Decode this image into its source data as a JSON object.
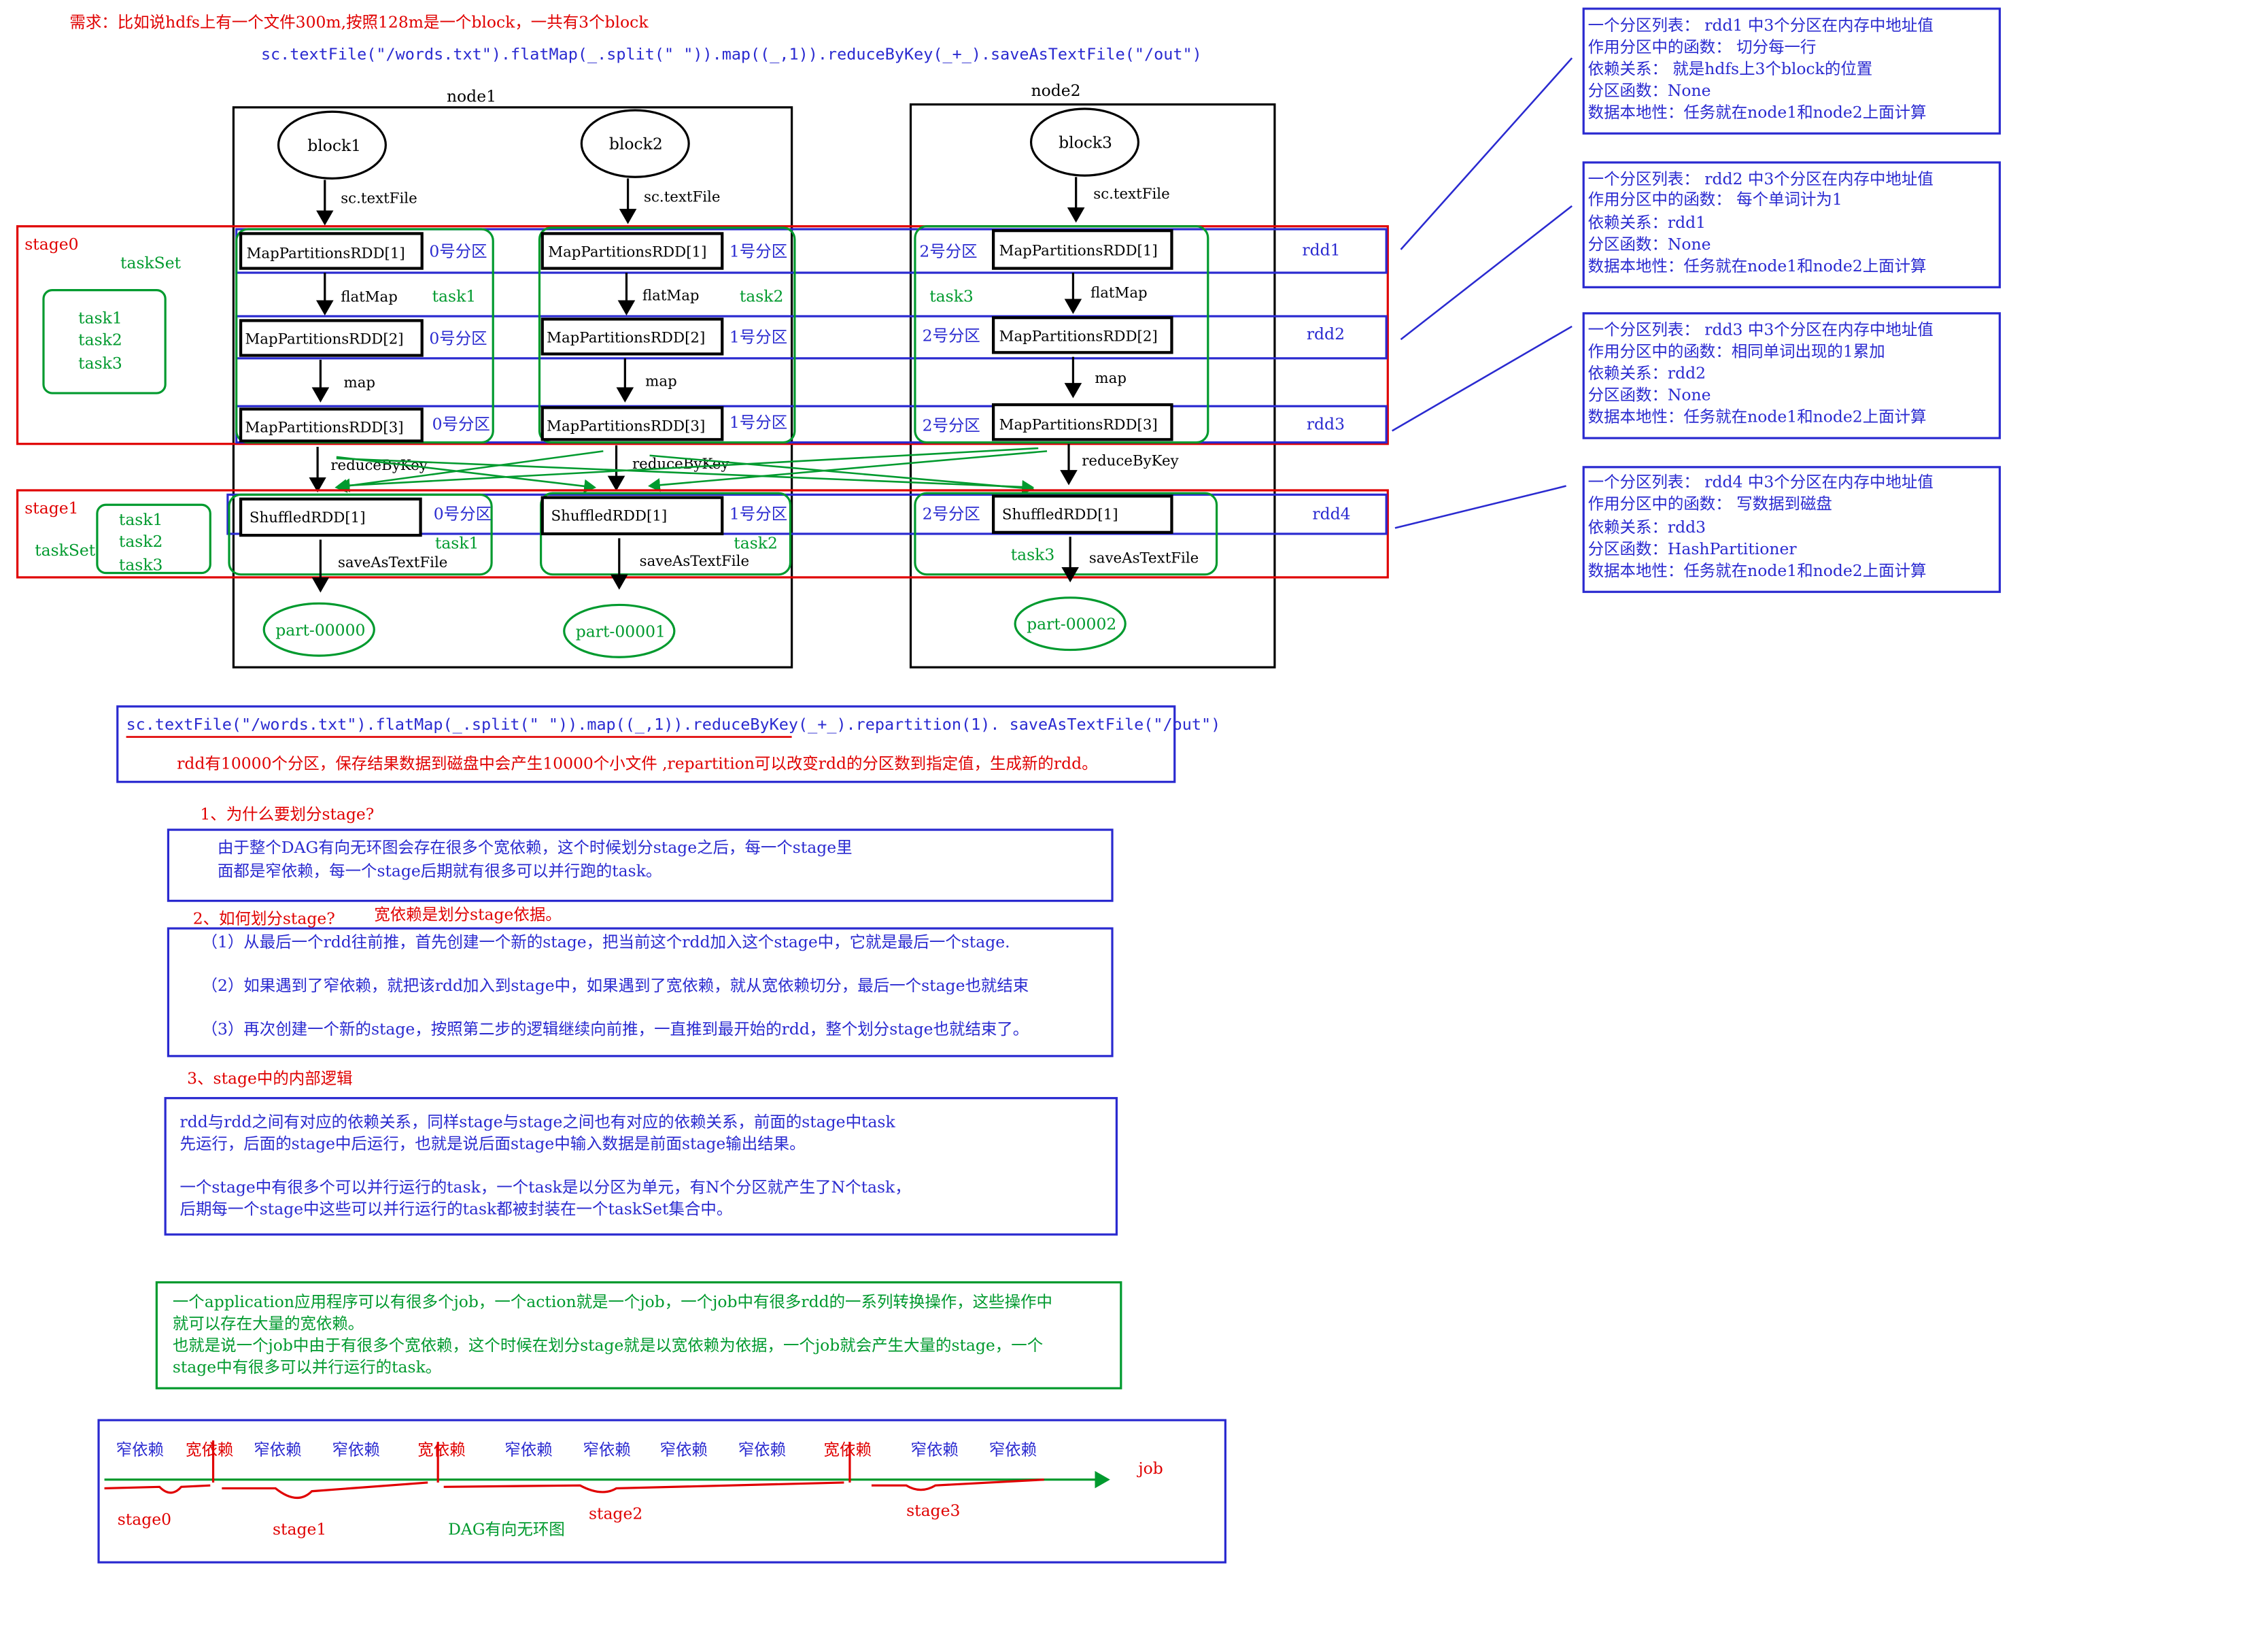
{
  "header": {
    "requirement": "需求：比如说hdfs上有一个文件300m,按照128m是一个block，一共有3个block",
    "code_top": "sc.textFile(\"/words.txt\").flatMap(_.split(\" \")).map((_,1)).reduceByKey(_+_).saveAsTextFile(\"/out\")"
  },
  "nodes": {
    "node1": "node1",
    "node2": "node2"
  },
  "blocks": [
    "block1",
    "block2",
    "block3"
  ],
  "ops": {
    "text_file": "sc.textFile",
    "flat_map": "flatMap",
    "map": "map",
    "reduce_by_key": "reduceByKey",
    "save": "saveAsTextFile"
  },
  "rdds": {
    "map_rdd1": "MapPartitionsRDD[1]",
    "map_rdd2": "MapPartitionsRDD[2]",
    "map_rdd3": "MapPartitionsRDD[3]",
    "shuffled": "ShuffledRDD[1]"
  },
  "partitions": [
    "0号分区",
    "1号分区",
    "2号分区"
  ],
  "tasks": [
    "task1",
    "task2",
    "task3"
  ],
  "stages": {
    "stage0": "stage0",
    "stage1": "stage1",
    "taskset": "taskSet"
  },
  "rdd_labels": [
    "rdd1",
    "rdd2",
    "rdd3",
    "rdd4"
  ],
  "outputs": [
    "part-00000",
    "part-00001",
    "part-00002"
  ],
  "info_boxes": [
    [
      "一个分区列表：     rdd1 中3个分区在内存中地址值",
      "作用分区中的函数：  切分每一行",
      "依赖关系：   就是hdfs上3个block的位置",
      "分区函数：None",
      "数据本地性：任务就在node1和node2上面计算"
    ],
    [
      "一个分区列表：     rdd2 中3个分区在内存中地址值",
      "作用分区中的函数：  每个单词计为1",
      "依赖关系：rdd1",
      "分区函数：None",
      "数据本地性：任务就在node1和node2上面计算"
    ],
    [
      "一个分区列表：     rdd3 中3个分区在内存中地址值",
      "作用分区中的函数：相同单词出现的1累加",
      "依赖关系：rdd2",
      "分区函数：None",
      "数据本地性：任务就在node1和node2上面计算"
    ],
    [
      "一个分区列表：     rdd4 中3个分区在内存中地址值",
      "作用分区中的函数：  写数据到磁盘",
      "依赖关系：rdd3",
      "分区函数：HashPartitioner",
      "数据本地性：任务就在node1和node2上面计算"
    ]
  ],
  "repartition": {
    "code": "sc.textFile(\"/words.txt\").flatMap(_.split(\" \")).map((_,1)).reduceByKey(_+_).repartition(1).  saveAsTextFile(\"/out\")",
    "note": "rdd有10000个分区，保存结果数据到磁盘中会产生10000个小文件  ,repartition可以改变rdd的分区数到指定值，生成新的rdd。"
  },
  "q1": {
    "title": "1、为什么要划分stage?",
    "lines": [
      "由于整个DAG有向无环图会存在很多个宽依赖，这个时候划分stage之后，每一个stage里",
      "面都是窄依赖，每一个stage后期就有很多可以并行跑的task。"
    ]
  },
  "q2": {
    "title": "2、如何划分stage?",
    "note": "宽依赖是划分stage依据。",
    "lines": [
      "（1）从最后一个rdd往前推，首先创建一个新的stage，把当前这个rdd加入这个stage中，它就是最后一个stage.",
      "（2）如果遇到了窄依赖，就把该rdd加入到stage中，如果遇到了宽依赖，就从宽依赖切分，最后一个stage也就结束",
      "（3）再次创建一个新的stage，按照第二步的逻辑继续向前推，一直推到最开始的rdd，整个划分stage也就结束了。"
    ]
  },
  "q3": {
    "title": "3、stage中的内部逻辑",
    "lines": [
      "  rdd与rdd之间有对应的依赖关系，同样stage与stage之间也有对应的依赖关系，前面的stage中task",
      "先运行，后面的stage中后运行，也就是说后面stage中输入数据是前面stage输出结果。",
      "  一个stage中有很多个可以并行运行的task，一个task是以分区为单元，有N个分区就产生了N个task，",
      "后期每一个stage中这些可以并行运行的task都被封装在一个taskSet集合中。"
    ]
  },
  "application_note": [
    "一个application应用程序可以有很多个job，一个action就是一个job，一个job中有很多rdd的一系列转换操作，这些操作中",
    "就可以存在大量的宽依赖。",
    "也就是说一个job中由于有很多个宽依赖，这个时候在划分stage就是以宽依赖为依据，一个job就会产生大量的stage，一个",
    "stage中有很多可以并行运行的task。"
  ],
  "dag": {
    "narrow": "窄依赖",
    "wide": "宽依赖",
    "job": "job",
    "title": "DAG有向无环图",
    "stages": [
      "stage0",
      "stage1",
      "stage2",
      "stage3"
    ]
  },
  "colors": {
    "red": "#e00000",
    "blue": "#2a2ad0",
    "green": "#009a2e",
    "black": "#000000"
  }
}
